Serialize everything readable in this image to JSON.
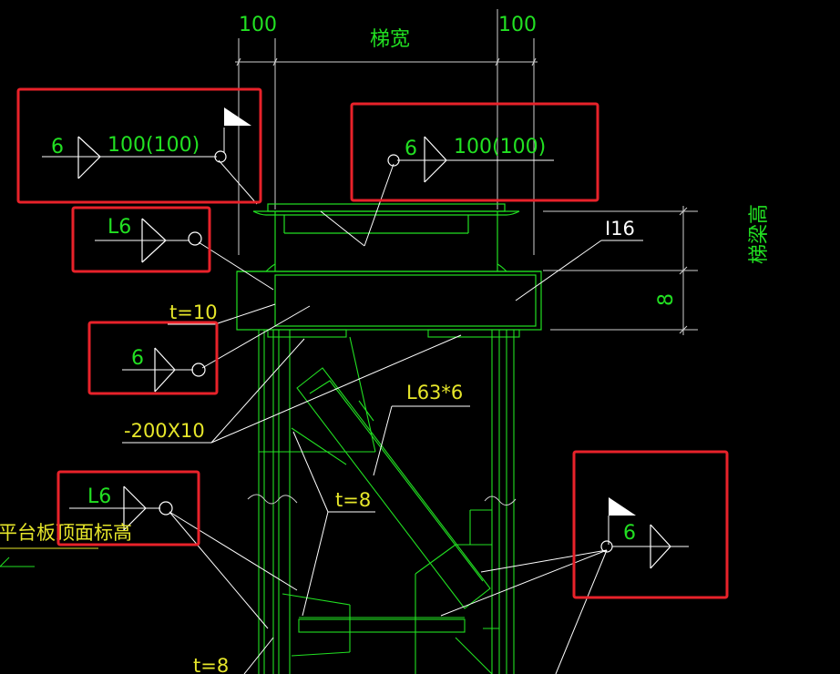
{
  "dimensions": {
    "left_offset": "100",
    "right_offset": "100",
    "stair_width": "梯宽",
    "beam_height": "梯梁高",
    "beam_depth_value": "8"
  },
  "welds": {
    "top_left": {
      "size": "6",
      "length": "100(100)"
    },
    "top_right": {
      "size": "6",
      "length": "100(100)"
    },
    "angle_upper": {
      "size": "L6"
    },
    "mid_left": {
      "size": "6"
    },
    "angle_lower": {
      "size": "L6"
    },
    "right": {
      "size": "6"
    }
  },
  "labels": {
    "beam": "I16",
    "plate_thickness_top": "t=10",
    "plate_size": "-200X10",
    "angle_brace": "L63*6",
    "plate_thickness_mid": "t=8",
    "plate_thickness_bottom": "t=8",
    "platform_elevation": "平台板顶面标高"
  },
  "colors": {
    "background": "#000000",
    "structure": "#22e022",
    "leader": "#ffffff",
    "text_yellow": "#e6e62a",
    "highlight": "#e8222a"
  }
}
